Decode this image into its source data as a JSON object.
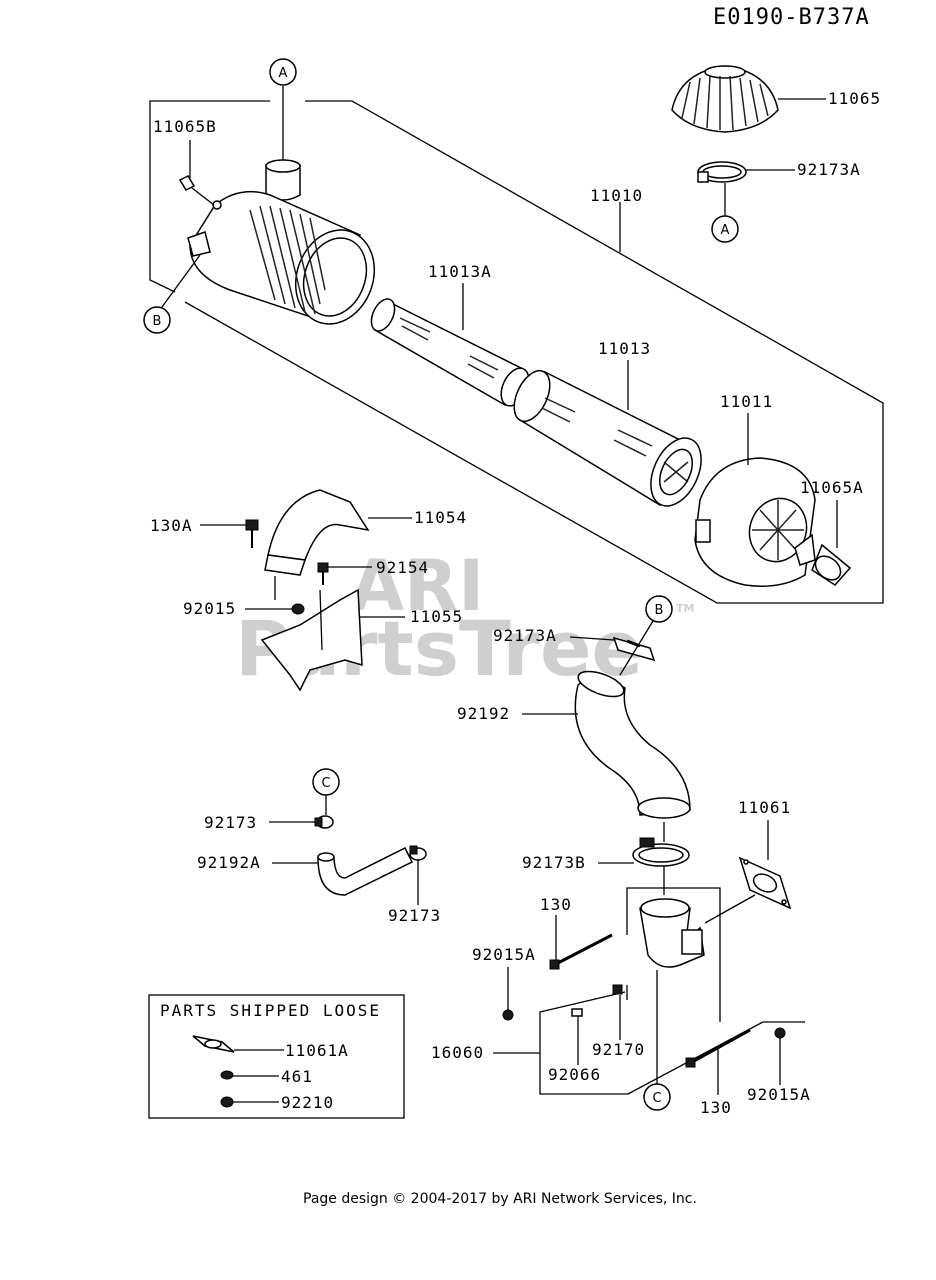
{
  "drawing_id": "E0190-B737A",
  "watermark": {
    "brand_top": "ARI",
    "brand_main": "PartsTree",
    "trademark": "TM"
  },
  "callouts": {
    "a": "A",
    "b": "B",
    "c": "C"
  },
  "parts": {
    "p11065": "11065",
    "p92173A_top": "92173A",
    "p11065B": "11065B",
    "p11010": "11010",
    "p11013A": "11013A",
    "p11013": "11013",
    "p11011": "11011",
    "p11065A": "11065A",
    "p130A": "130A",
    "p11054": "11054",
    "p92154": "92154",
    "p92015": "92015",
    "p11055": "11055",
    "p92173A_mid": "92173A",
    "p92192": "92192",
    "p92173_left": "92173",
    "p92192A": "92192A",
    "p92173_lower": "92173",
    "p11061": "11061",
    "p92173B": "92173B",
    "p130_upper": "130",
    "p92015A_left": "92015A",
    "p16060": "16060",
    "p92170": "92170",
    "p92066": "92066",
    "p130_lower": "130",
    "p92015A_right": "92015A"
  },
  "loose_box": {
    "title": "PARTS SHIPPED LOOSE",
    "items": [
      "11061A",
      "461",
      "92210"
    ]
  },
  "footer": "Page design © 2004-2017 by ARI Network Services, Inc."
}
